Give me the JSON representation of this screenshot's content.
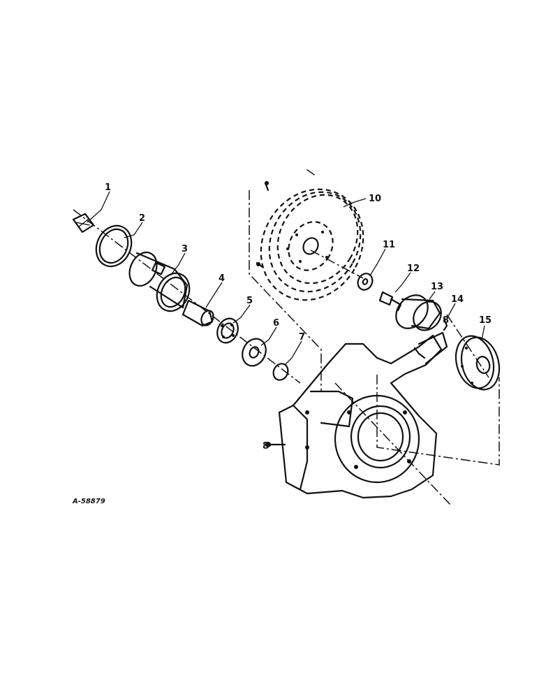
{
  "figure_id": "A-58879",
  "callouts": [
    {
      "label": "1"
    },
    {
      "label": "2"
    },
    {
      "label": "3"
    },
    {
      "label": "4"
    },
    {
      "label": "5"
    },
    {
      "label": "6"
    },
    {
      "label": "7"
    },
    {
      "label": "8"
    },
    {
      "label": "8"
    },
    {
      "label": "10"
    },
    {
      "label": "11"
    },
    {
      "label": "12"
    },
    {
      "label": "13"
    },
    {
      "label": "14"
    },
    {
      "label": "15"
    }
  ]
}
